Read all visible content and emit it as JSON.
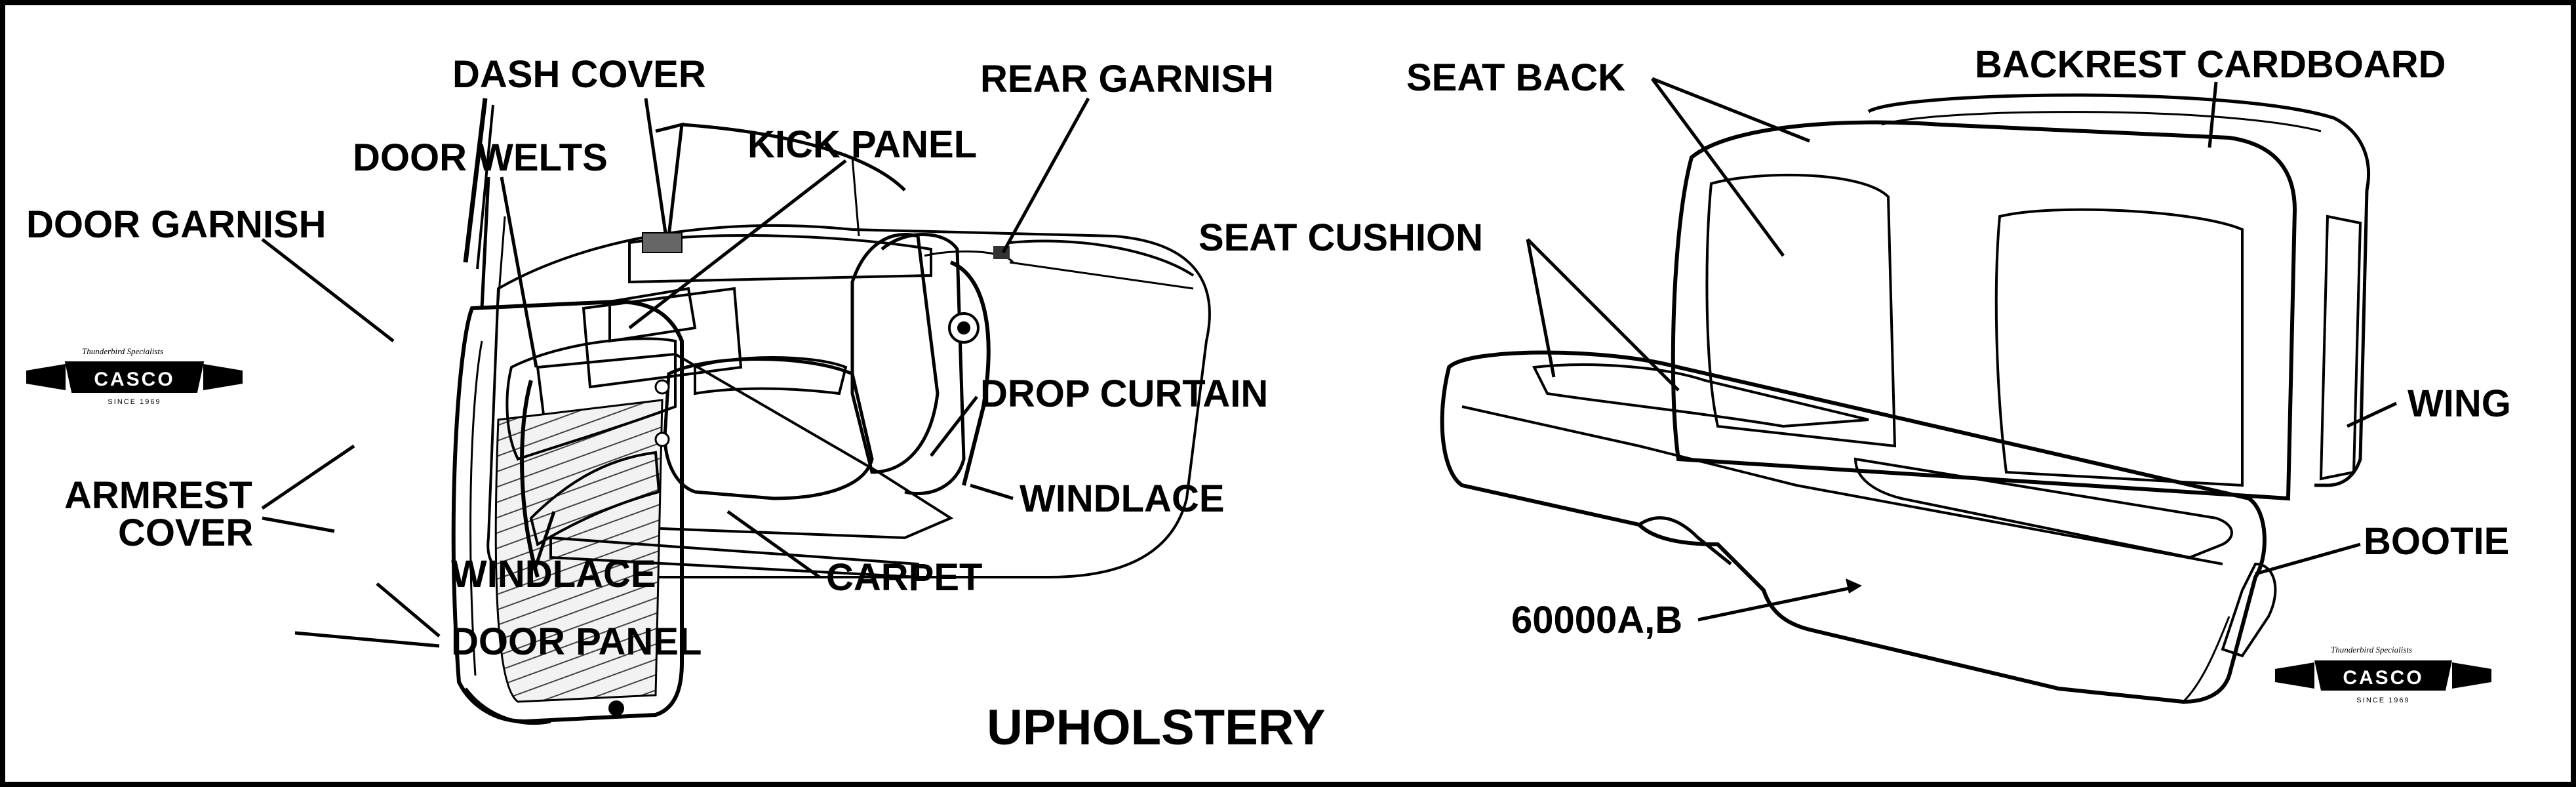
{
  "title": "UPHOLSTERY",
  "labels": {
    "dash_cover": "DASH COVER",
    "rear_garnish": "REAR GARNISH",
    "door_welts": "DOOR WELTS",
    "kick_panel": "KICK PANEL",
    "door_garnish": "DOOR GARNISH",
    "drop_curtain": "DROP CURTAIN",
    "armrest_cover_line1": "ARMREST",
    "armrest_cover_line2": "COVER",
    "windlace_right": "WINDLACE",
    "windlace_lower": "WINDLACE",
    "carpet": "CARPET",
    "door_panel": "DOOR PANEL",
    "seat_back": "SEAT BACK",
    "backrest_cardboard": "BACKREST CARDBOARD",
    "seat_cushion": "SEAT CUSHION",
    "wing": "WING",
    "bootie": "BOOTIE",
    "part_number": "60000A,B"
  },
  "logos": [
    {
      "name": "CASCO",
      "tagline": "Thunderbird Specialists",
      "since": "SINCE 1969"
    },
    {
      "name": "CASCO",
      "tagline": "Thunderbird Specialists",
      "since": "SINCE 1969"
    }
  ],
  "colors": {
    "ink": "#000000",
    "paper": "#ffffff",
    "shade": "#9a9a9a"
  }
}
